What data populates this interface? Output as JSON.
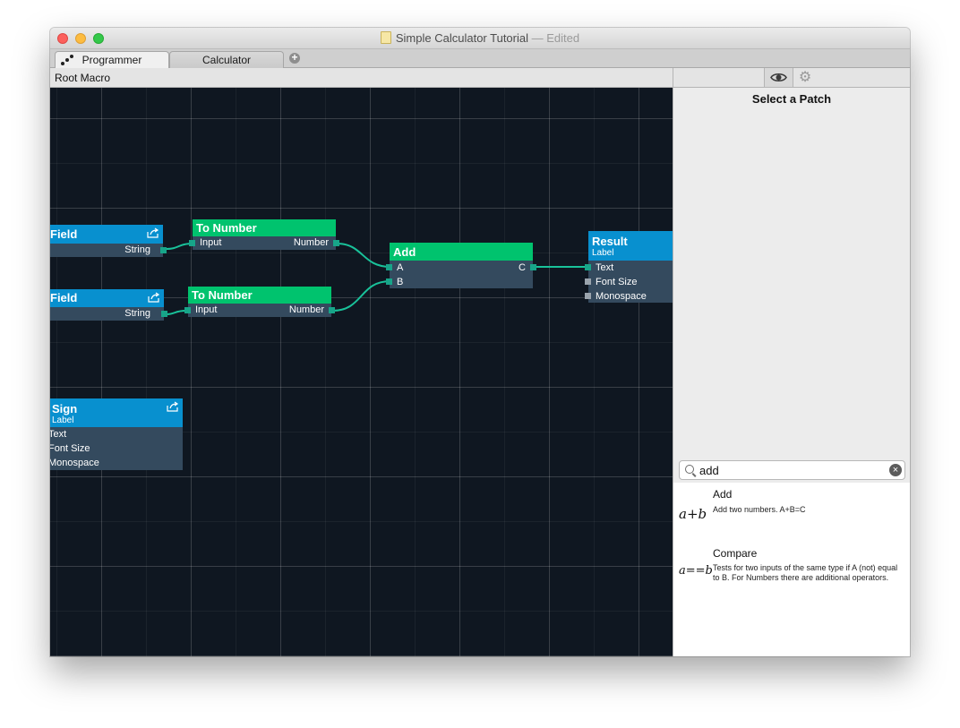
{
  "window": {
    "title": "Simple Calculator Tutorial",
    "separator": "—",
    "status": "Edited"
  },
  "tabs": [
    {
      "label": "Programmer"
    },
    {
      "label": "Calculator"
    }
  ],
  "add_tab_glyph": "+",
  "breadcrumb": "Root Macro",
  "inspector": {
    "title": "Select a Patch",
    "icons": {
      "eye": "eye-icon",
      "gear": "gear-icon"
    }
  },
  "search": {
    "value": "add",
    "placeholder": ""
  },
  "results": [
    {
      "symbol": "a+b",
      "name": "Add",
      "description": "Add two numbers. A+B=C"
    },
    {
      "symbol": "a==b",
      "name": "Compare",
      "description": "Tests for two inputs of the same type if A (not) equal to B. For Numbers there are additional operators."
    }
  ],
  "nodes": {
    "field1": {
      "title": "Field",
      "output": "String"
    },
    "field2": {
      "title": "Field",
      "output": "String"
    },
    "to_number1": {
      "title": "To Number",
      "input": "Input",
      "output": "Number"
    },
    "to_number2": {
      "title": "To Number",
      "input": "Input",
      "output": "Number"
    },
    "add": {
      "title": "Add",
      "input_a": "A",
      "input_b": "B",
      "output": "C"
    },
    "result": {
      "title": "Result",
      "subtitle": "Label",
      "ports": [
        "Text",
        "Font Size",
        "Monospace"
      ]
    },
    "sign": {
      "title": "Sign",
      "subtitle": "Label",
      "ports": [
        "Text",
        "Font Size",
        "Monospace"
      ]
    }
  },
  "colors": {
    "canvas": "#0f1721",
    "node_body": "#344a5e",
    "green_header": "#00c36e",
    "blue_header": "#0890cf",
    "port": "#17a589",
    "wire": "#19c29a"
  }
}
